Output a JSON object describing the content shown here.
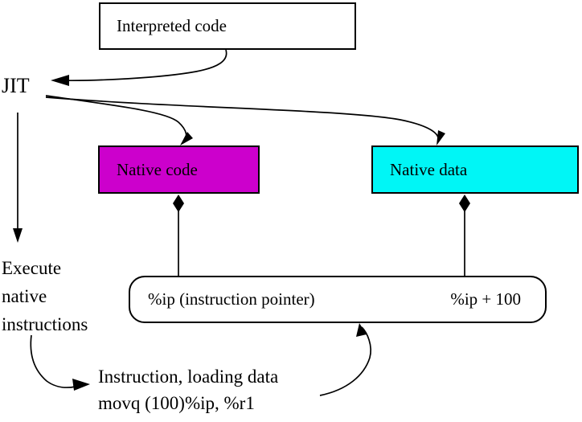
{
  "colors": {
    "background": "#ffffff",
    "native_code_fill": "#cc00cc",
    "native_data_fill": "#00f6f6",
    "line": "#000000"
  },
  "nodes": {
    "interpreted_code": "Interpreted code",
    "jit": "JIT",
    "native_code": "Native code",
    "native_data": "Native data",
    "pointer_left": "%ip (instruction pointer)",
    "pointer_right": "%ip + 100"
  },
  "labels": {
    "execute_line1": "Execute",
    "execute_line2": "native",
    "execute_line3": "instructions",
    "note_line1": "Instruction, loading data",
    "note_line2": "movq (100)%ip, %r1"
  },
  "edges": [
    {
      "from": "interpreted_code",
      "to": "jit",
      "style": "curved-arrow"
    },
    {
      "from": "jit",
      "to": "native_code",
      "style": "curved-arrow"
    },
    {
      "from": "jit",
      "to": "native_data",
      "style": "curved-arrow"
    },
    {
      "from": "jit",
      "to": "execute_instructions",
      "style": "straight-arrow"
    },
    {
      "from": "native_code",
      "to": "pointer_box",
      "style": "line-diamond"
    },
    {
      "from": "native_data",
      "to": "pointer_box",
      "style": "line-diamond"
    },
    {
      "from": "execute_instructions",
      "to": "instruction_note",
      "style": "curved-arrow"
    },
    {
      "from": "instruction_note",
      "to": "pointer_box",
      "style": "curved-arrow"
    }
  ]
}
